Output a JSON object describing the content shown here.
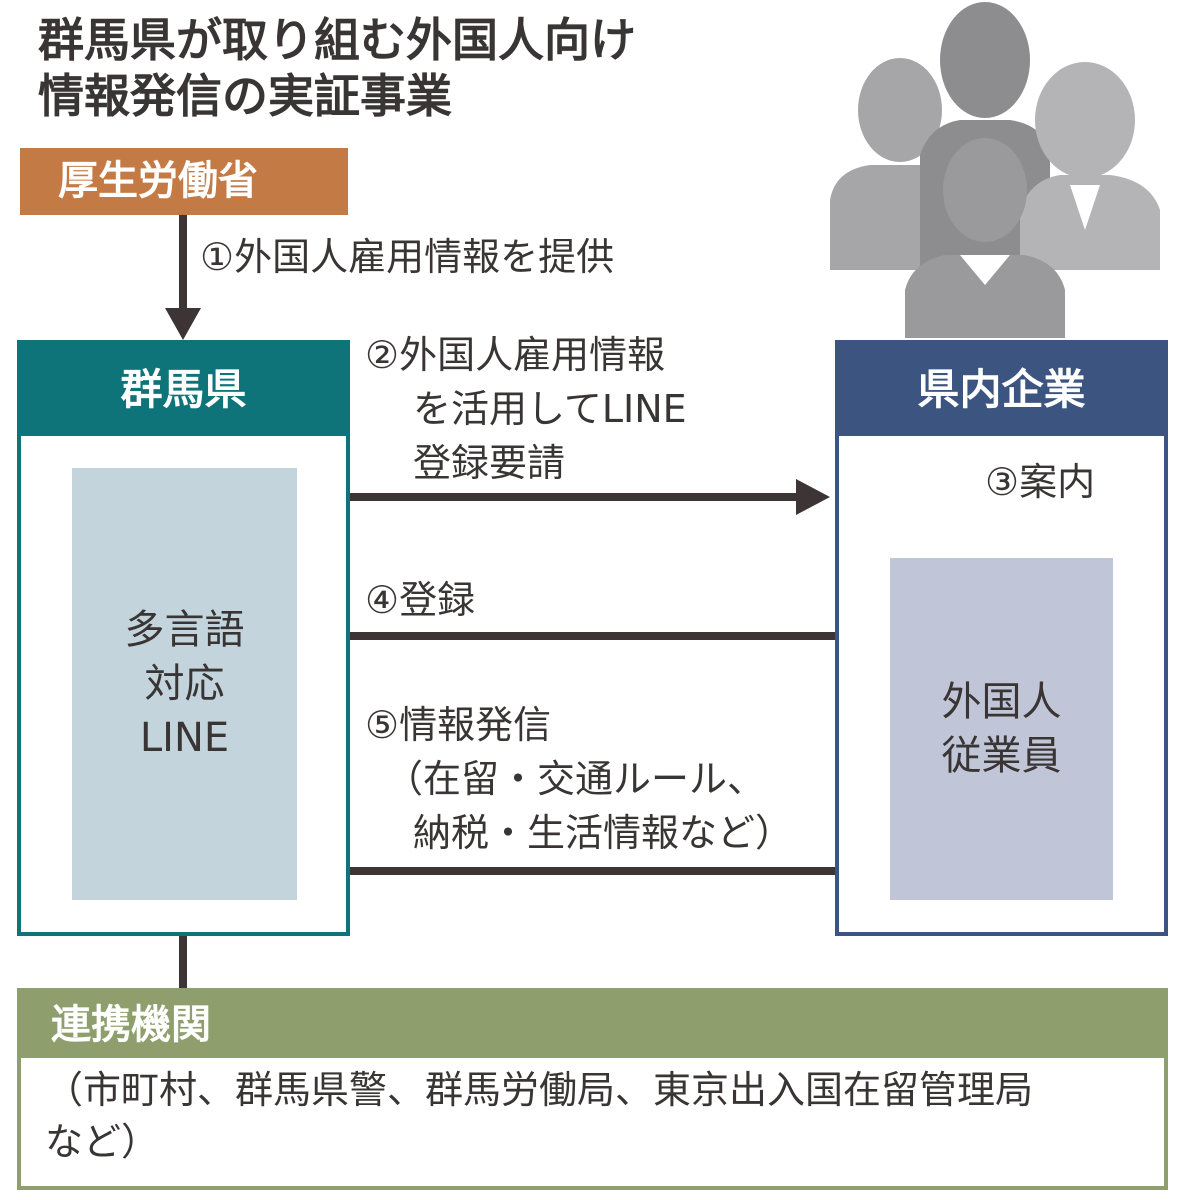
{
  "title": {
    "line1": "群馬県が取り組む外国人向け",
    "line2": "情報発信の実証事業"
  },
  "mhlw": {
    "label": "厚生労働省"
  },
  "step1": {
    "label": "①外国人雇用情報を提供"
  },
  "gunma": {
    "header": "群馬県",
    "inner_lines": [
      "多言語",
      "対応",
      "LINE"
    ]
  },
  "companies": {
    "header": "県内企業",
    "inner_lines": [
      "外国人",
      "従業員"
    ]
  },
  "step2": {
    "lines": [
      "②外国人雇用情報",
      "を活用してLINE",
      "登録要請"
    ]
  },
  "step3": {
    "label": "③案内"
  },
  "step4": {
    "label": "④登録"
  },
  "step5": {
    "lines": [
      "⑤情報発信",
      "（在留・交通ルール、",
      "納税・生活情報など）"
    ]
  },
  "partners": {
    "header": "連携機関",
    "lines": [
      "（市町村、群馬県警、群馬労働局、東京出入国在留管理局",
      "など）"
    ]
  },
  "colors": {
    "mhlw": "#c47a45",
    "gunma": "#0f737a",
    "companies": "#3b5580",
    "partners": "#8e9e6c",
    "arrow": "#3d3535"
  }
}
